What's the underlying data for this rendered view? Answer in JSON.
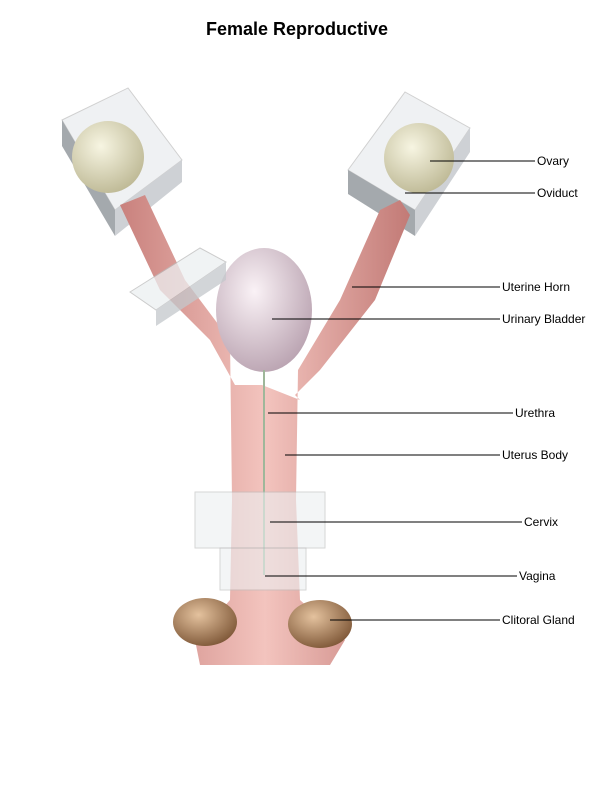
{
  "title": "Female Reproductive",
  "labels": {
    "ovary": "Ovary",
    "oviduct": "Oviduct",
    "uterine_horn": "Uterine Horn",
    "urinary_bladder": "Urinary Bladder",
    "urethra": "Urethra",
    "uterus_body": "Uterus Body",
    "cervix": "Cervix",
    "vagina": "Vagina",
    "clitoral_gland": "Clitoral Gland"
  },
  "colors": {
    "tissue": "#e9a9a4",
    "bladder": "#e8d8e0",
    "ovary": "#e9e6c8",
    "gland": "#b98a62",
    "box": "#e4e8ec"
  }
}
